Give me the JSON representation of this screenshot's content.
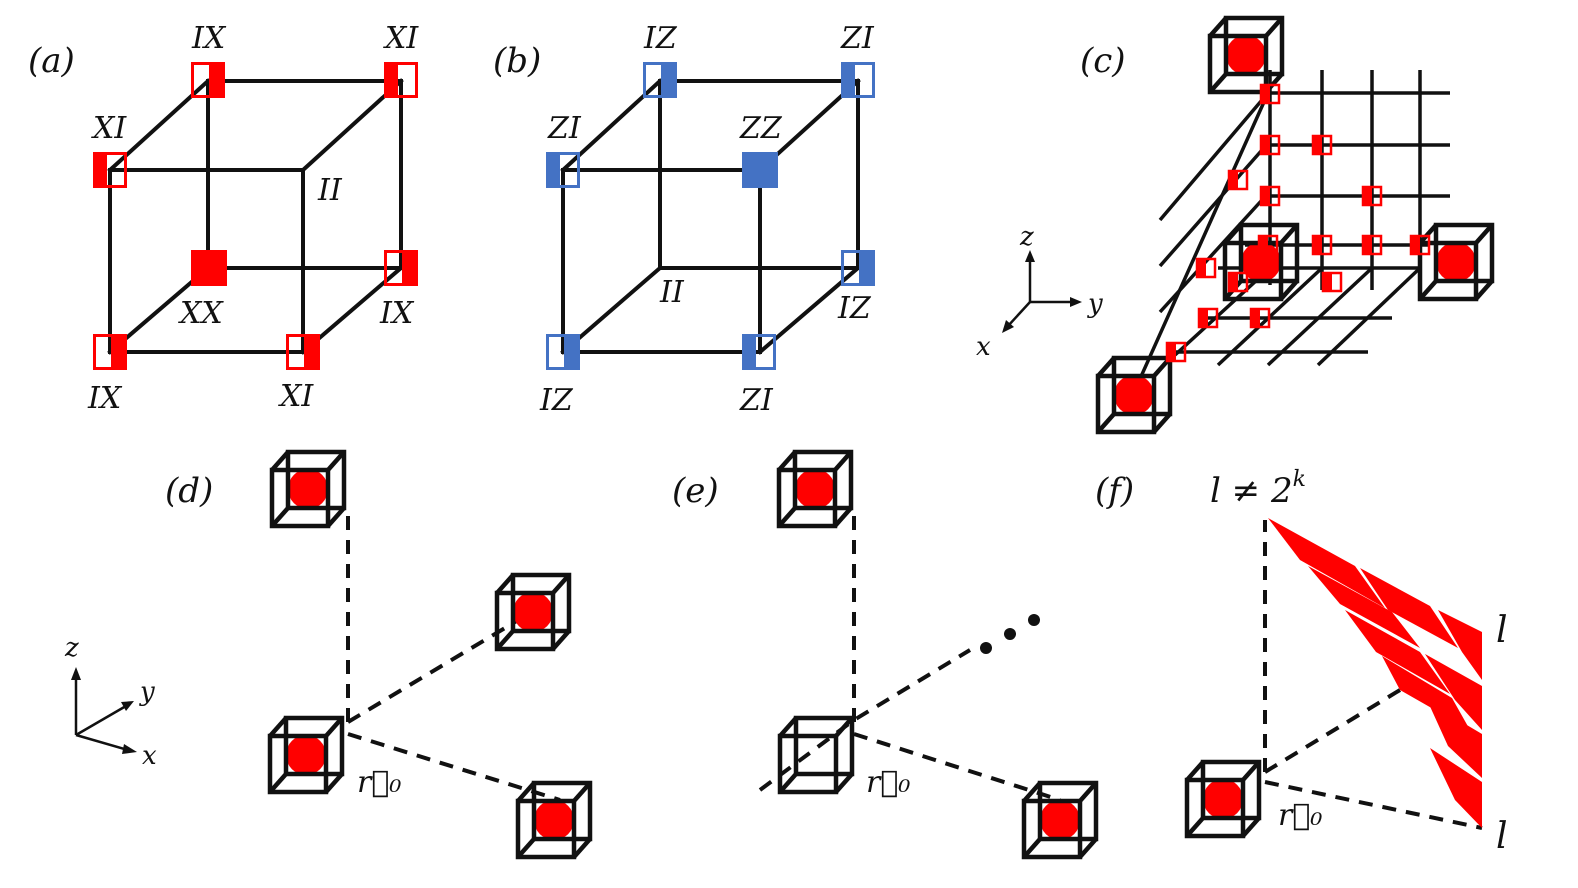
{
  "panels": {
    "a": {
      "label": "(a)",
      "cube_colors": {
        "fill": "#ff0000",
        "stroke": "#ff0000"
      },
      "vertex_labels": [
        "IX",
        "XI",
        "XI",
        "II",
        "XX",
        "IX",
        "IX",
        "XI"
      ]
    },
    "b": {
      "label": "(b)",
      "cube_colors": {
        "fill": "#4472c4",
        "stroke": "#4472c4"
      },
      "vertex_labels": [
        "IZ",
        "ZI",
        "ZI",
        "ZZ",
        "II",
        "IZ",
        "IZ",
        "ZI"
      ]
    },
    "c": {
      "label": "(c)",
      "axes": {
        "z": "z",
        "y": "y",
        "x": "x"
      }
    },
    "d": {
      "label": "(d)",
      "origin_label": "r⃗₀",
      "axes": {
        "z": "z",
        "y": "y",
        "x": "x"
      }
    },
    "e": {
      "label": "(e)",
      "origin_label": "r⃗₀"
    },
    "f": {
      "label": "(f)",
      "condition": "l ≠ 2",
      "condition_sup": "k",
      "origin_label": "r⃗₀",
      "side_labels": [
        "l",
        "l"
      ]
    }
  }
}
